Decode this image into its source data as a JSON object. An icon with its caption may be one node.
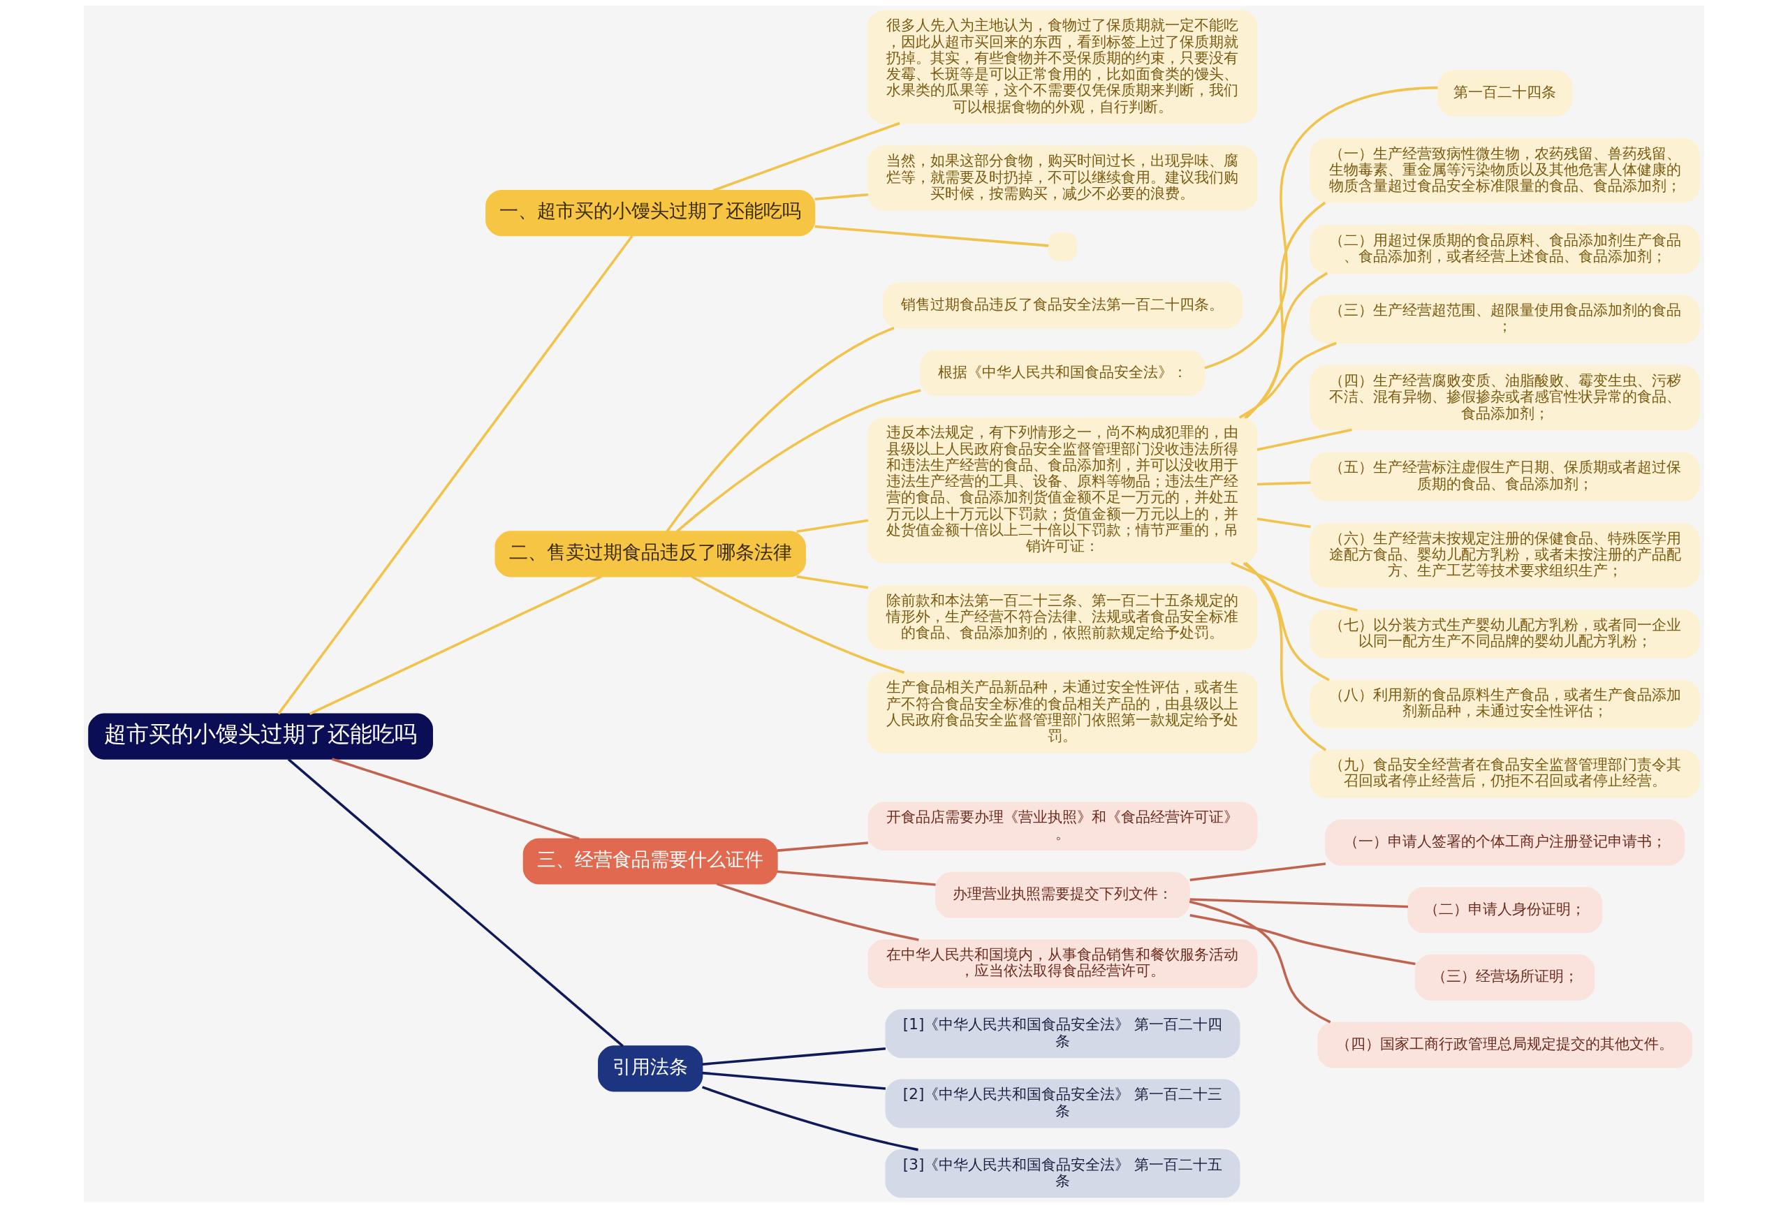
{
  "diagram": {
    "nodes": [
      {
        "text": [
          "超市买的小馒头过期了还能吃吗"
        ]
      },
      {
        "text": [
          "一、超市买的小馒头过期了还能吃吗"
        ]
      },
      {
        "text": [
          "很多人先入为主地认为，食物过了保质期就一定不能吃，因此从超市买回来的东西，看到标签上过了保质期就扔掉。其实，有些食物并不受保质期的约束，只要没有发霉、长斑等是可以正常食用的，比如面食类的馒头、水果类的瓜果等，这个不需要仅凭保质期来判断，我们可以根据食物的外观，自行判断。"
        ]
      },
      {
        "text": [
          "当然，如果这部分食物，购买时间过长，出现异味、腐烂等，就需要及时扔掉，不可以继续食用。建议我们购买时候，按需购买，减少不必要的浪费。"
        ]
      },
      {
        "text": [],
        "shape": "box"
      },
      {
        "text": [
          "二、售卖过期食品违反了哪条法律"
        ]
      },
      {
        "text": [
          "销售过期食品违反了食品安全法第一百二十四条。"
        ]
      },
      {
        "text": [
          "根据《中华人民共和国食品安全法》："
        ]
      },
      {
        "text": [
          "第一百二十四条"
        ]
      },
      {
        "text": [
          "违反本法规定，有下列情形之一，尚不构成犯罪的，由县级以上人民政府食品安全监督管理部门没收违法所得和违法生产经营的食品、食品添加剂，并可以没收用于违法生产经营的工具、设备、原料等物品；违法生产经营的食品、食品添加剂货值金额不足一万元的，并处五万元以上十万元以下罚款；货值金额一万元以上的，并处货值金额十倍以上二十倍以下罚款；情节严重的，吊销许可证："
        ]
      },
      {
        "text": [
          "（一）生产经营致病性微生物，农药残留、兽药残留、生物毒素、重金属等污染物质以及其他危害人体健康的物质含量超过食品安全标准限量的食品、食品添加剂；"
        ]
      },
      {
        "text": [
          "（二）用超过保质期的食品原料、食品添加剂生产食品、食品添加剂，或者经营上述食品、食品添加剂；"
        ]
      },
      {
        "text": [
          "（三）生产经营超范围、超限量使用食品添加剂的食品；"
        ]
      },
      {
        "text": [
          "（四）生产经营腐败变质、油脂酸败、霉变生虫、污秽不洁、混有异物、掺假掺杂或者感官性状异常的食品、食品添加剂；"
        ]
      },
      {
        "text": [
          "（五）生产经营标注虚假生产日期、保质期或者超过保质期的食品、食品添加剂；"
        ]
      },
      {
        "text": [
          "（六）生产经营未按规定注册的保健食品、特殊医学用途配方食品、婴幼儿配方乳粉，或者未按注册的产品配方、生产工艺等技术要求组织生产；"
        ]
      },
      {
        "text": [
          "（七）以分装方式生产婴幼儿配方乳粉，或者同一企业以同一配方生产不同品牌的婴幼儿配方乳粉；"
        ]
      },
      {
        "text": [
          "（八）利用新的食品原料生产食品，或者生产食品添加剂新品种，未通过安全性评估；"
        ]
      },
      {
        "text": [
          "（九）食品安全经营者在食品安全监督管理部门责令其召回或者停止经营后，仍拒不召回或者停止经营。"
        ]
      },
      {
        "text": [
          "除前款和本法第一百二十三条、第一百二十五条规定的情形外，生产经营不符合法律、法规或者食品安全标准的食品、食品添加剂的，依照前款规定给予处罚。"
        ]
      },
      {
        "text": [
          "生产食品相关产品新品种，未通过安全性评估，或者生产不符合食品安全标准的食品相关产品的，由县级以上人民政府食品安全监督管理部门依照第一款规定给予处罚。"
        ]
      },
      {
        "text": [
          "三、经营食品需要什么证件"
        ]
      },
      {
        "text": [
          "开食品店需要办理《营业执照》和《食品经营许可证》。"
        ]
      },
      {
        "text": [
          "办理营业执照需要提交下列文件："
        ]
      },
      {
        "text": [
          "（一）申请人签署的个体工商户注册登记申请书；"
        ]
      },
      {
        "text": [
          "（二）申请人身份证明；"
        ]
      },
      {
        "text": [
          "（三）经营场所证明；"
        ]
      },
      {
        "text": [
          "（四）国家工商行政管理总局规定提交的其他文件。"
        ]
      },
      {
        "text": [
          "在中华人民共和国境内，从事食品销售和餐饮服务活动，应当依法取得食品经营许可。"
        ]
      },
      {
        "text": [
          "引用法条"
        ]
      },
      {
        "text": [
          "[1]《中华人民共和国食品安全法》 第一百二十四条"
        ]
      },
      {
        "text": [
          "[2]《中华人民共和国食品安全法》 第一百二十三条"
        ]
      },
      {
        "text": [
          "[3]《中华人民共和国食品安全法》 第一百二十五条"
        ]
      }
    ],
    "edges": [
      {
        "from": 0,
        "to": 1,
        "arrow": "none"
      },
      {
        "from": 1,
        "to": 2,
        "arrow": "none"
      },
      {
        "from": 1,
        "to": 3,
        "arrow": "none"
      },
      {
        "from": 1,
        "to": 4,
        "arrow": "none"
      },
      {
        "from": 0,
        "to": 5,
        "arrow": "none"
      },
      {
        "from": 5,
        "to": 6,
        "arrow": "none"
      },
      {
        "from": 5,
        "to": 7,
        "arrow": "none"
      },
      {
        "from": 7,
        "to": 8,
        "arrow": "none"
      },
      {
        "from": 5,
        "to": 9,
        "arrow": "none"
      },
      {
        "from": 9,
        "to": 10,
        "arrow": "none"
      },
      {
        "from": 9,
        "to": 11,
        "arrow": "none"
      },
      {
        "from": 9,
        "to": 12,
        "arrow": "none"
      },
      {
        "from": 9,
        "to": 13,
        "arrow": "none"
      },
      {
        "from": 9,
        "to": 14,
        "arrow": "none"
      },
      {
        "from": 9,
        "to": 15,
        "arrow": "none"
      },
      {
        "from": 9,
        "to": 16,
        "arrow": "none"
      },
      {
        "from": 9,
        "to": 17,
        "arrow": "none"
      },
      {
        "from": 9,
        "to": 18,
        "arrow": "none"
      },
      {
        "from": 5,
        "to": 19,
        "arrow": "none"
      },
      {
        "from": 5,
        "to": 20,
        "arrow": "none"
      },
      {
        "from": 0,
        "to": 21,
        "arrow": "none",
        "color": "#c0644f"
      },
      {
        "from": 21,
        "to": 22,
        "arrow": "none",
        "color": "#c0644f"
      },
      {
        "from": 21,
        "to": 23,
        "arrow": "none",
        "color": "#c0644f"
      },
      {
        "from": 23,
        "to": 24,
        "arrow": "none",
        "color": "#c0644f"
      },
      {
        "from": 23,
        "to": 25,
        "arrow": "none",
        "color": "#c0644f"
      },
      {
        "from": 23,
        "to": 26,
        "arrow": "none",
        "color": "#c0644f"
      },
      {
        "from": 23,
        "to": 27,
        "arrow": "none",
        "color": "#c0644f"
      },
      {
        "from": 21,
        "to": 28,
        "arrow": "none",
        "color": "#c0644f"
      },
      {
        "from": 0,
        "to": 29,
        "arrow": "none",
        "color": "#0f1a5a"
      },
      {
        "from": 29,
        "to": 30,
        "arrow": "none",
        "color": "#0f1a5a"
      },
      {
        "from": 29,
        "to": 31,
        "arrow": "none",
        "color": "#0f1a5a"
      },
      {
        "from": 29,
        "to": 32,
        "arrow": "none",
        "color": "#0f1a5a"
      }
    ]
  }
}
